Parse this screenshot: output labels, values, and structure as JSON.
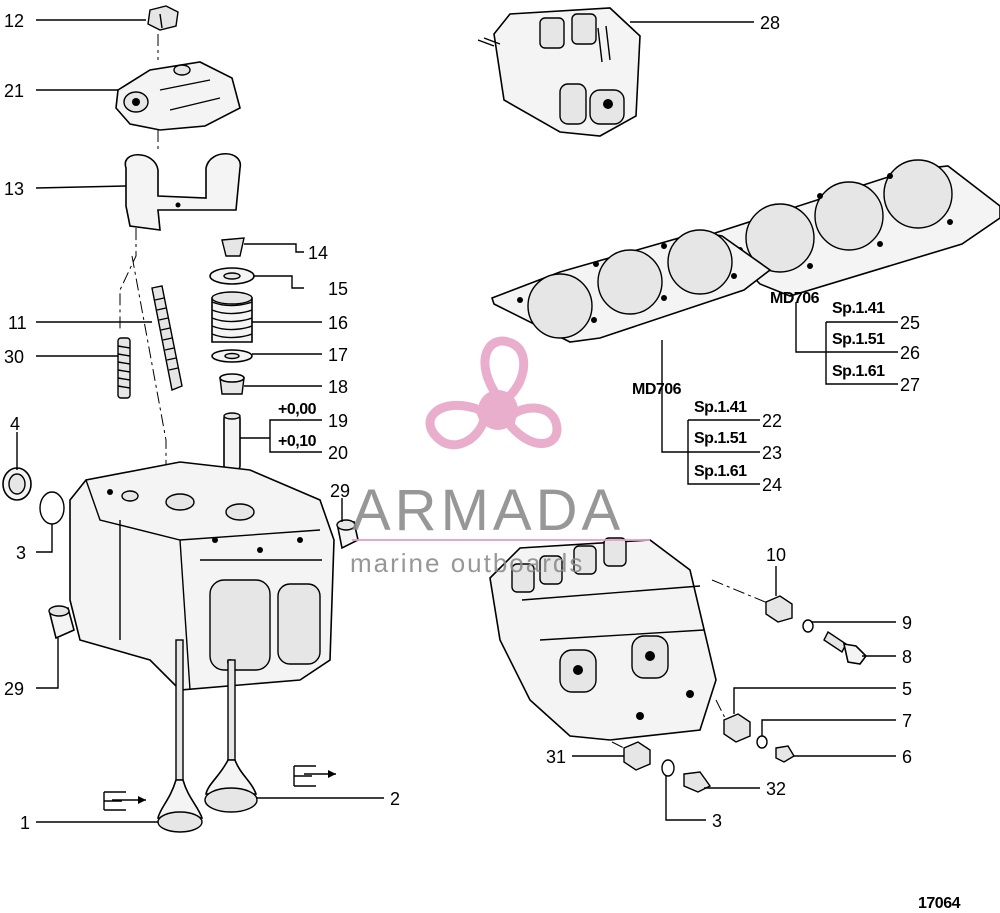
{
  "callouts": {
    "c1": "1",
    "c2": "2",
    "c3a": "3",
    "c3b": "3",
    "c4": "4",
    "c5": "5",
    "c6": "6",
    "c7": "7",
    "c8": "8",
    "c9": "9",
    "c10": "10",
    "c11": "11",
    "c12": "12",
    "c13": "13",
    "c14": "14",
    "c15": "15",
    "c16": "16",
    "c17": "17",
    "c18": "18",
    "c19": "19",
    "c20": "20",
    "c21": "21",
    "c22": "22",
    "c23": "23",
    "c24": "24",
    "c25": "25",
    "c26": "26",
    "c27": "27",
    "c28": "28",
    "c29a": "29",
    "c29b": "29",
    "c30": "30",
    "c31": "31",
    "c32": "32"
  },
  "guide_oversize": {
    "std": "+0,00",
    "over": "+0,10"
  },
  "gasket_sets": [
    {
      "model": "MD706",
      "options": [
        "Sp.1.41",
        "Sp.1.51",
        "Sp.1.61"
      ]
    },
    {
      "model": "MD706",
      "options": [
        "Sp.1.41",
        "Sp.1.51",
        "Sp.1.61"
      ]
    }
  ],
  "watermark": {
    "brand": "ARMADA",
    "tagline": "marine outboards",
    "logo_color": "#e6a0c4"
  },
  "figure_number": "17064"
}
